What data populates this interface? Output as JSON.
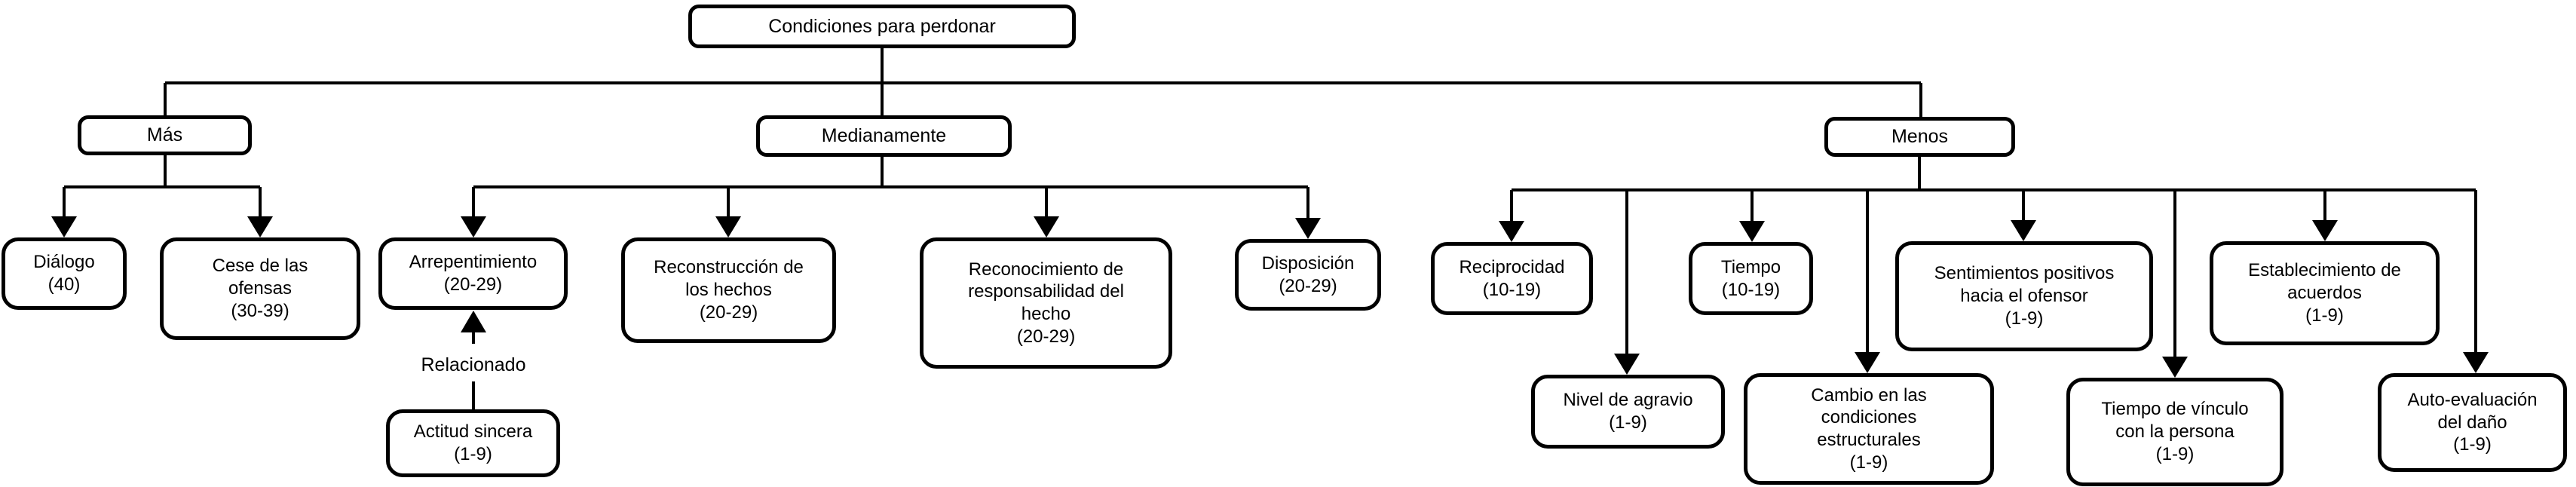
{
  "colors": {
    "background": "#ffffff",
    "line": "#000000",
    "box_border": "#000000",
    "box_fill": "#ffffff",
    "text": "#000000"
  },
  "nodes": {
    "root": {
      "label": "Condiciones para perdonar"
    },
    "mas": {
      "label": "Más"
    },
    "medianamente": {
      "label": "Medianamente"
    },
    "menos": {
      "label": "Menos"
    },
    "dialogo": {
      "label": "Diálogo\n(40)"
    },
    "cese": {
      "label": "Cese de las\nofensas\n(30-39)"
    },
    "arrepentimiento": {
      "label": "Arrepentimiento\n(20-29)"
    },
    "reconstruccion": {
      "label": "Reconstrucción de\nlos hechos\n(20-29)"
    },
    "reconocimiento": {
      "label": "Reconocimiento de\nresponsabilidad del\nhecho\n(20-29)"
    },
    "disposicion": {
      "label": "Disposición\n(20-29)"
    },
    "reciprocidad": {
      "label": "Reciprocidad\n(10-19)"
    },
    "tiempo": {
      "label": "Tiempo\n(10-19)"
    },
    "sentimientos": {
      "label": "Sentimientos positivos\nhacia el ofensor\n(1-9)"
    },
    "establecimiento": {
      "label": "Establecimiento de\nacuerdos\n(1-9)"
    },
    "nivel": {
      "label": "Nivel de agravio\n(1-9)"
    },
    "cambio": {
      "label": "Cambio en las\ncondiciones\nestructurales\n(1-9)"
    },
    "vinculo": {
      "label": "Tiempo de vínculo\ncon la persona\n(1-9)"
    },
    "autoevaluacion": {
      "label": "Auto-evaluación\ndel daño\n(1-9)"
    },
    "actitud": {
      "label": "Actitud sincera\n(1-9)"
    },
    "relacionado": {
      "label": "Relacionado"
    }
  },
  "edges": [
    {
      "from": "root",
      "to": "mas"
    },
    {
      "from": "root",
      "to": "medianamente"
    },
    {
      "from": "root",
      "to": "menos"
    },
    {
      "from": "mas",
      "to": "dialogo"
    },
    {
      "from": "mas",
      "to": "cese"
    },
    {
      "from": "medianamente",
      "to": "arrepentimiento"
    },
    {
      "from": "medianamente",
      "to": "reconstruccion"
    },
    {
      "from": "medianamente",
      "to": "reconocimiento"
    },
    {
      "from": "medianamente",
      "to": "disposicion"
    },
    {
      "from": "menos",
      "to": "reciprocidad"
    },
    {
      "from": "menos",
      "to": "nivel"
    },
    {
      "from": "menos",
      "to": "tiempo"
    },
    {
      "from": "menos",
      "to": "cambio"
    },
    {
      "from": "menos",
      "to": "sentimientos"
    },
    {
      "from": "menos",
      "to": "vinculo"
    },
    {
      "from": "menos",
      "to": "establecimiento"
    },
    {
      "from": "menos",
      "to": "autoevaluacion"
    },
    {
      "from": "actitud",
      "to": "arrepentimiento",
      "label": "Relacionado"
    }
  ]
}
